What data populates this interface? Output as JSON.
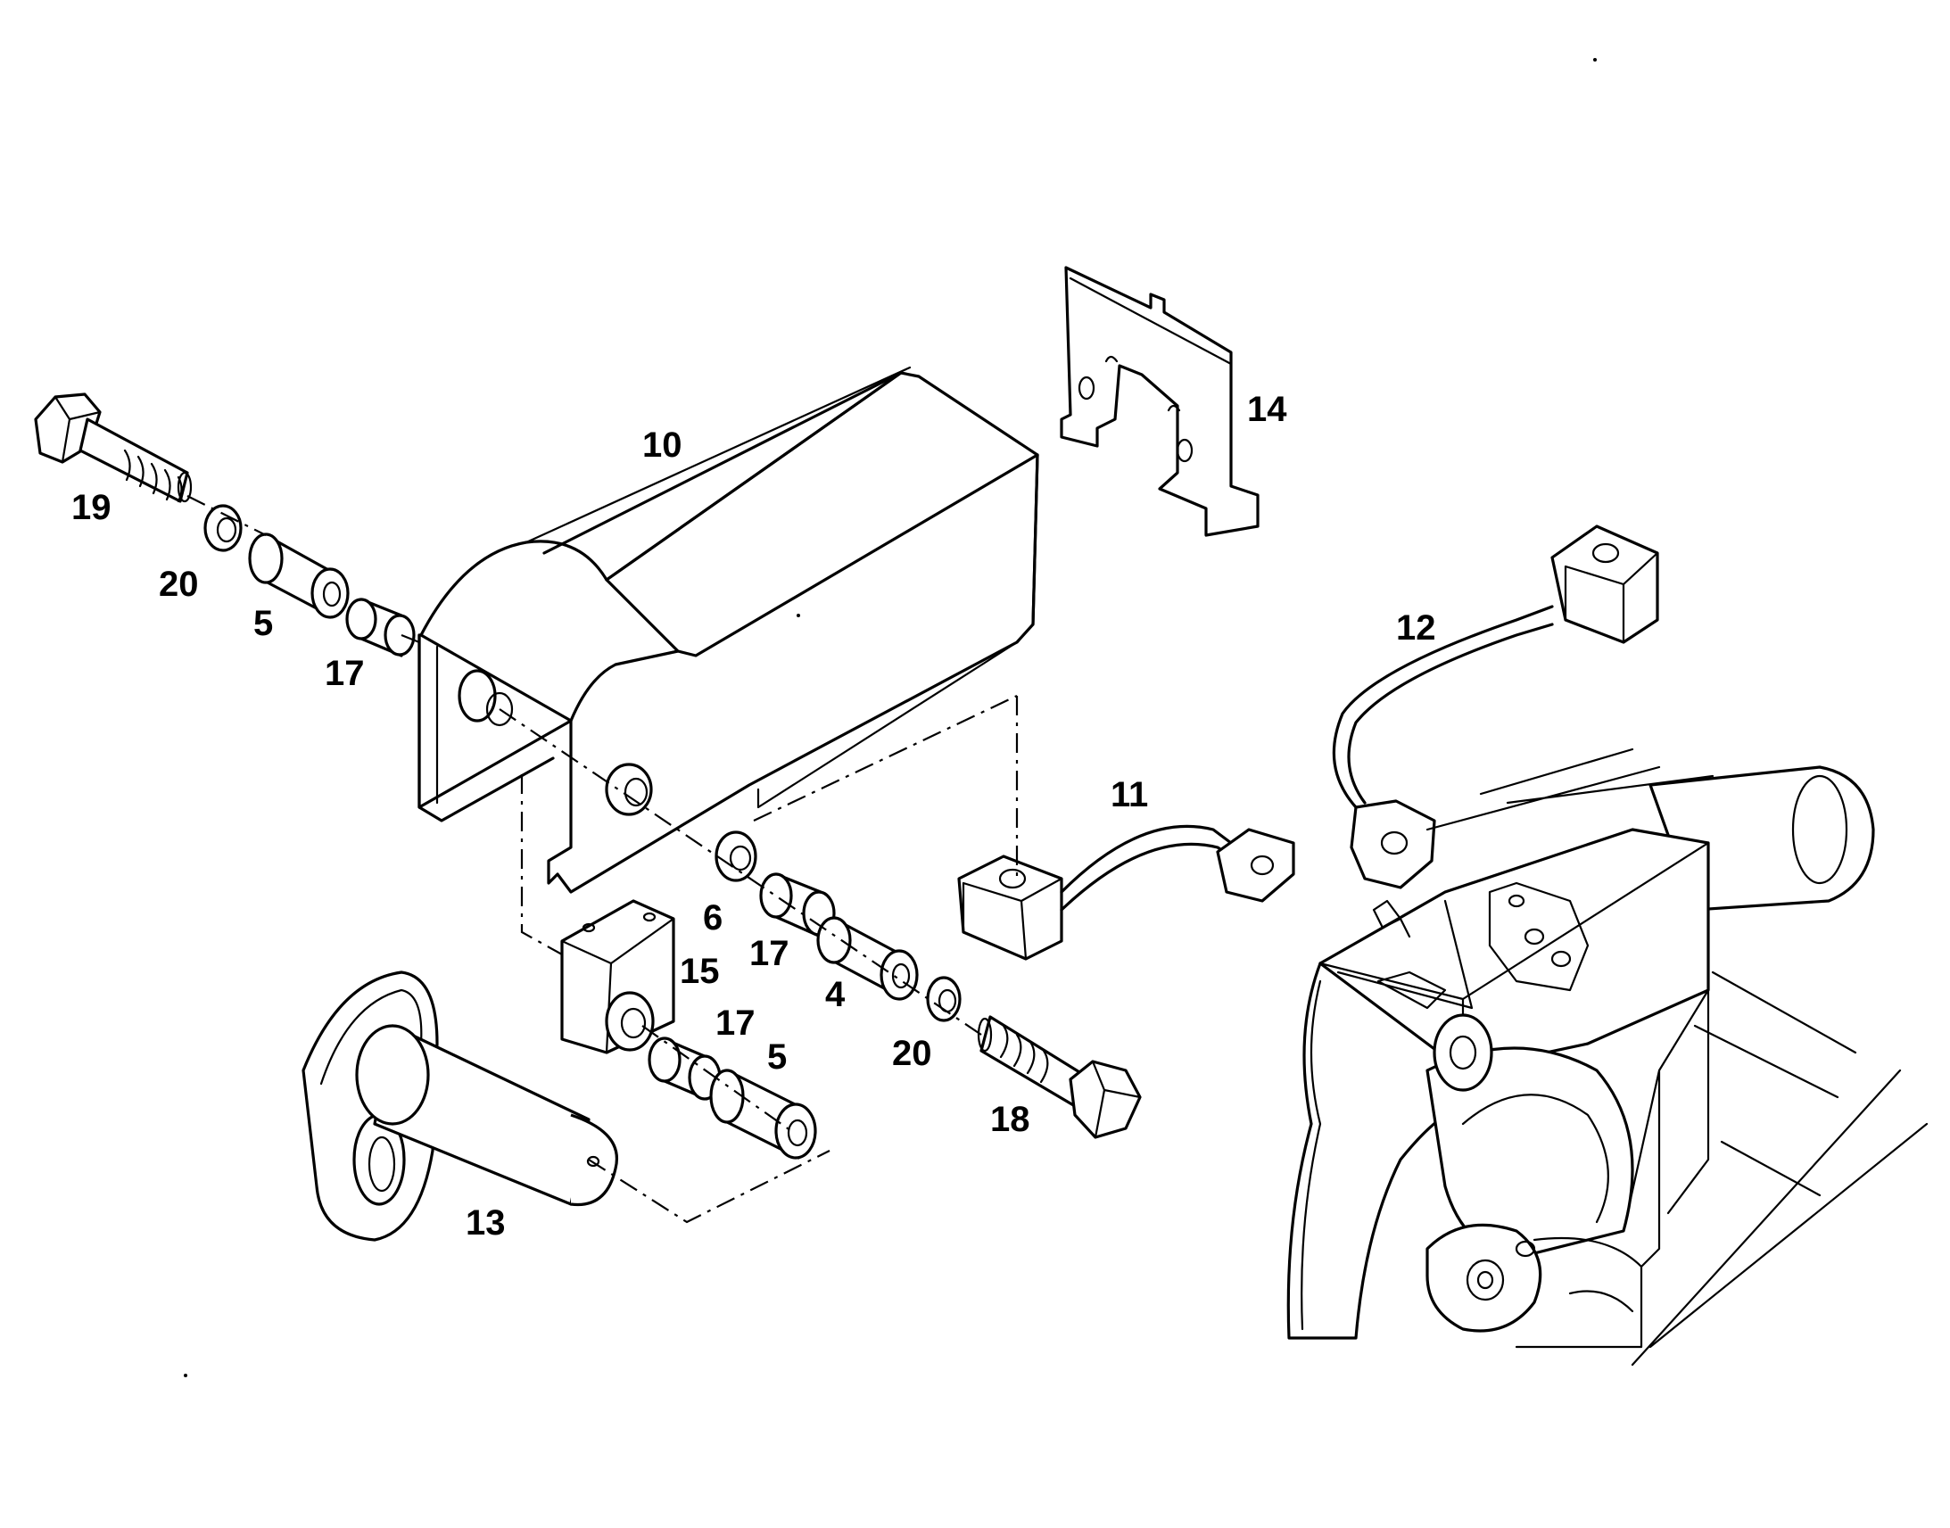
{
  "diagram": {
    "callouts": [
      "19",
      "20",
      "5",
      "17",
      "10",
      "14",
      "12",
      "11",
      "6",
      "17",
      "4",
      "20",
      "18",
      "15",
      "17",
      "5",
      "13"
    ]
  }
}
